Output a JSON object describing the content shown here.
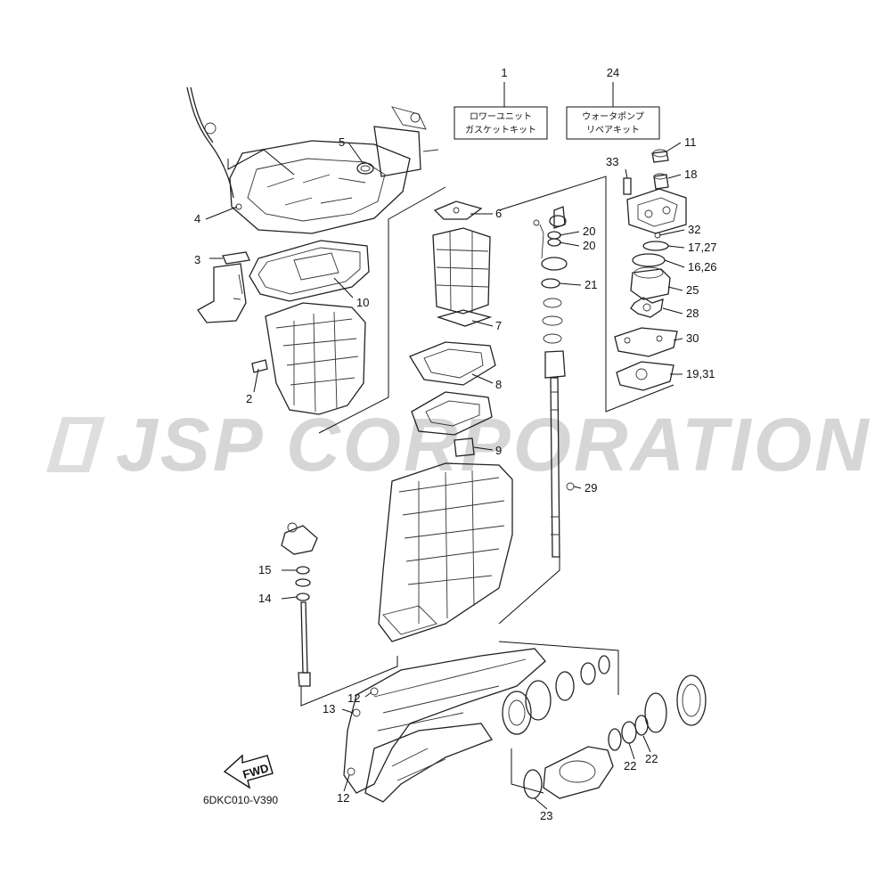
{
  "watermark": "JSP CORPORATION",
  "kits": [
    {
      "ref": "1",
      "line1": "ロワーユニット",
      "line2": "ガスケットキット"
    },
    {
      "ref": "24",
      "line1": "ウォータポンプ",
      "line2": "リペアキット"
    }
  ],
  "callouts": [
    "2",
    "3",
    "4",
    "5",
    "6",
    "7",
    "8",
    "9",
    "10",
    "11",
    "12",
    "12",
    "13",
    "14",
    "15",
    "16,26",
    "17,27",
    "18",
    "19,31",
    "20",
    "20",
    "21",
    "22",
    "22",
    "23",
    "25",
    "28",
    "29",
    "30",
    "32",
    "33"
  ],
  "fwd_label": "FWD",
  "diagram_code": "6DKC010-V390"
}
